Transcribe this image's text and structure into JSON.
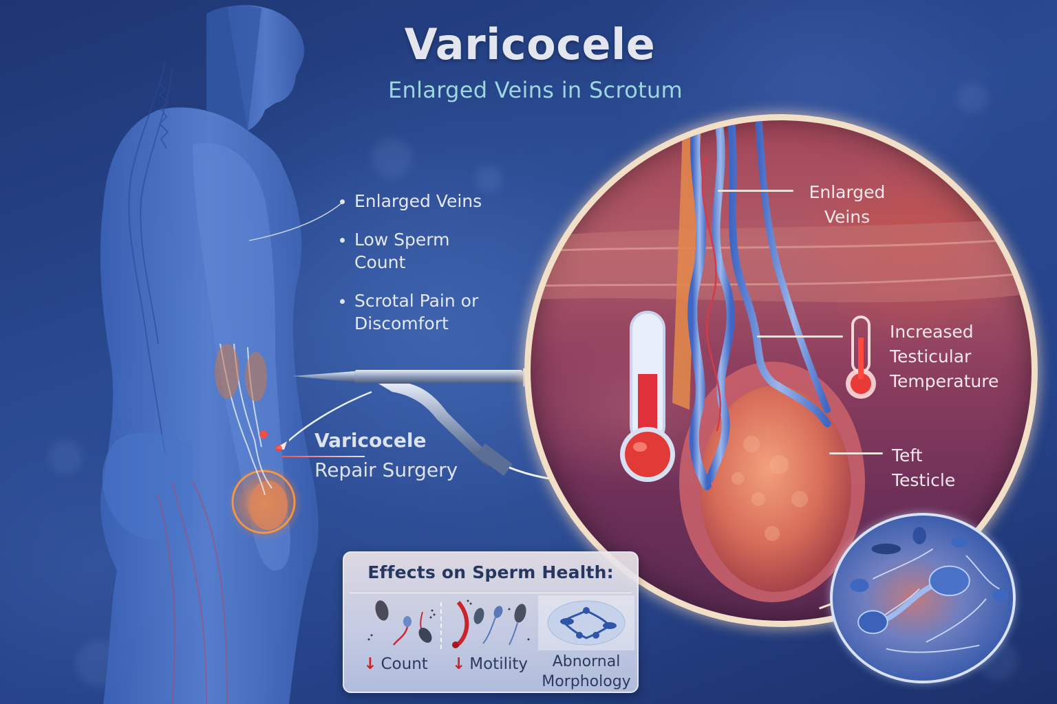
{
  "header": {
    "title": "Varicocele",
    "subtitle": "Enlarged Veins in Scrotum"
  },
  "symptoms": [
    {
      "lines": [
        "Enlarged Veins"
      ]
    },
    {
      "lines": [
        "Low Sperm",
        "Count"
      ]
    },
    {
      "lines": [
        "Scrotal Pain or",
        "Discomfort"
      ]
    }
  ],
  "surgery": {
    "line1": "Varicocele",
    "line2": "Repair Surgery",
    "icon": "surgical-instrument-icon"
  },
  "inset": {
    "labels": {
      "veins": {
        "line1": "Enlarged",
        "line2": "Veins"
      },
      "temperature": {
        "line1": "Increased",
        "line2": "Testicular",
        "line3": "Temperature",
        "icon": "thermometer-icon"
      },
      "testicle": {
        "line1": "Teft",
        "line2": "Testicle"
      }
    }
  },
  "effects": {
    "title": "Effects on Sperm Health:",
    "items": [
      {
        "arrow": "↓",
        "label": "Count",
        "icon": "sperm-count-icon"
      },
      {
        "arrow": "↓",
        "label": "Motility",
        "icon": "sperm-motility-icon"
      },
      {
        "arrow": "",
        "label_line1": "Abnornal",
        "label_line2": "Morphology",
        "icon": "abnormal-sperm-icon"
      }
    ]
  },
  "colors": {
    "background": "#2a4a92",
    "title": "#e3e6ef",
    "subtitle": "#9ed6df",
    "inset_border": "#f2dfc8",
    "alert_red": "#c8242a",
    "effects_text": "#28375e"
  }
}
